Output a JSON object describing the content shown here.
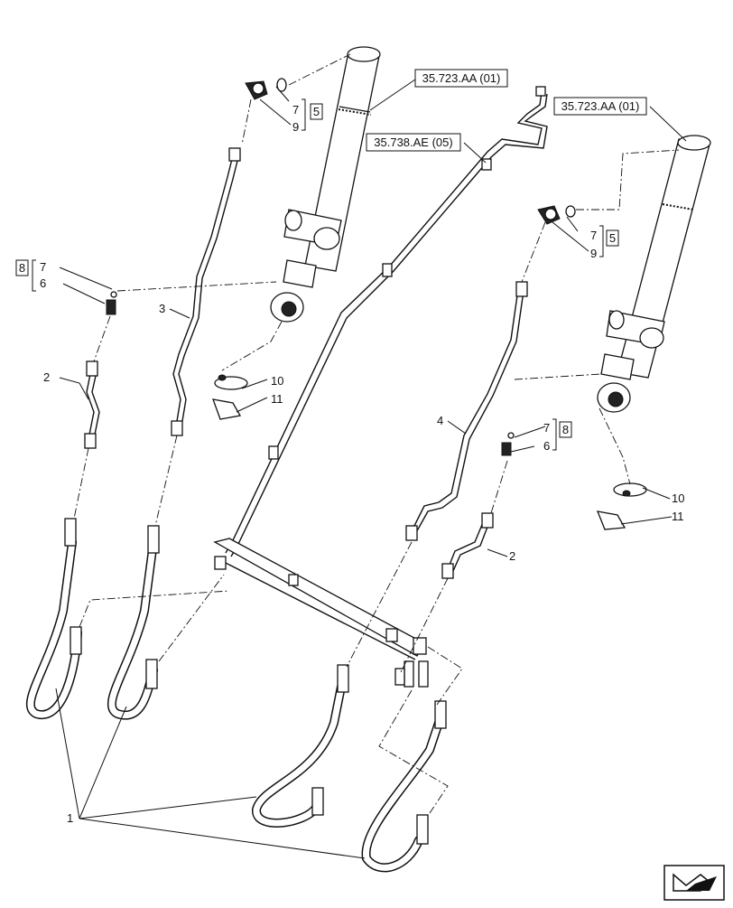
{
  "references": [
    {
      "id": "ref-cyl-left",
      "text": "35.723.AA (01)"
    },
    {
      "id": "ref-cyl-right",
      "text": "35.723.AA (01)"
    },
    {
      "id": "ref-tube",
      "text": "35.738.AE (05)"
    }
  ],
  "callouts": {
    "n1": "1",
    "n2a": "2",
    "n2b": "2",
    "n3": "3",
    "n4": "4",
    "n6a": "6",
    "n6b": "6",
    "n7a": "7",
    "n7b": "7",
    "n7c": "7",
    "n7d": "7",
    "n9a": "9",
    "n9b": "9",
    "n10a": "10",
    "n10b": "10",
    "n11a": "11",
    "n11b": "11",
    "kit5a": "5",
    "kit5b": "5",
    "kit8a": "8",
    "kit8b": "8"
  },
  "nav_icon": "arrow-next-icon"
}
